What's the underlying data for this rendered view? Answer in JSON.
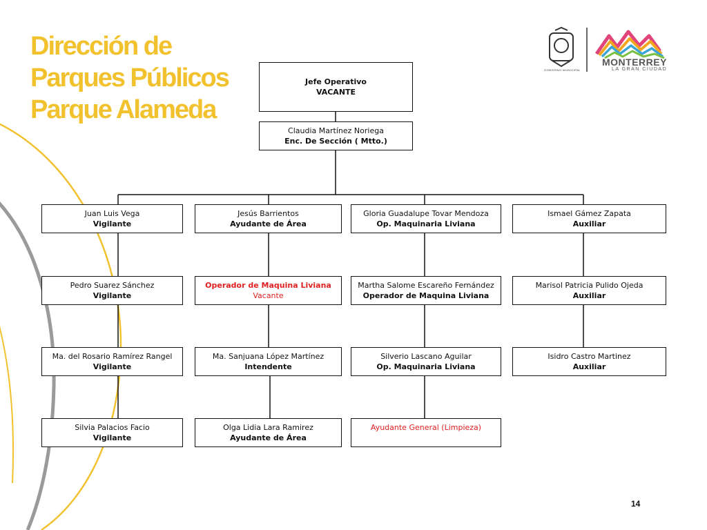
{
  "title": [
    "Dirección de",
    "Parques Públicos",
    "Parque Alameda"
  ],
  "page_number": "14",
  "logo": {
    "name": "MONTERREY",
    "tagline": "LA GRAN CIUDAD",
    "seal_caption": "GOBIERNO MUNICIPAL"
  },
  "colors": {
    "title": "#f2c12e",
    "vacant": "#e02020",
    "arc_yellow": "#f2c12e",
    "arc_gray": "#9a9a9a"
  },
  "org": {
    "top": {
      "name": "Jefe Operativo",
      "role": "VACANTE"
    },
    "section": {
      "name": "Claudia Martínez Noriega",
      "role": "Enc. De Sección ( Mtto.)"
    },
    "columns": [
      [
        {
          "name": "Juan Luis Vega",
          "role": "Vigilante"
        },
        {
          "name": "Pedro Suarez Sánchez",
          "role": "Vigilante"
        },
        {
          "name": "Ma. del Rosario Ramírez  Rangel",
          "role": "Vigilante"
        },
        {
          "name": "Silvia Palacios Facio",
          "role": "Vigilante"
        }
      ],
      [
        {
          "name": "Jesús Barrientos",
          "role": "Ayudante de Área"
        },
        {
          "name": "Operador de Maquina Liviana",
          "role": "Vacante",
          "vacant": true
        },
        {
          "name": "Ma. Sanjuana  López Martínez",
          "role": "Intendente"
        },
        {
          "name": "Olga Lidia Lara Ramirez",
          "role": "Ayudante de Área"
        }
      ],
      [
        {
          "name": "Gloria Guadalupe Tovar Mendoza",
          "role": "Op. Maquinaria Liviana"
        },
        {
          "name": "Martha  Salome Escareño Fernández",
          "role": "Operador de Maquina Liviana"
        },
        {
          "name": "Silverio Lascano Aguilar",
          "role": "Op. Maquinaria Liviana"
        },
        {
          "name": "Ayudante General (Limpieza)",
          "role": "",
          "vacant": true
        }
      ],
      [
        {
          "name": "Ismael Gámez  Zapata",
          "role": "Auxiliar"
        },
        {
          "name": "Marisol Patricia Pulido Ojeda",
          "role": "Auxiliar"
        },
        {
          "name": "Isidro  Castro Martinez",
          "role": "Auxiliar"
        }
      ]
    ]
  }
}
